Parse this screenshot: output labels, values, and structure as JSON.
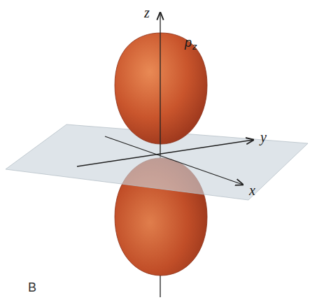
{
  "diagram": {
    "labels": [
      "z",
      "y",
      "x",
      "p",
      "z",
      "B"
    ]
  }
}
